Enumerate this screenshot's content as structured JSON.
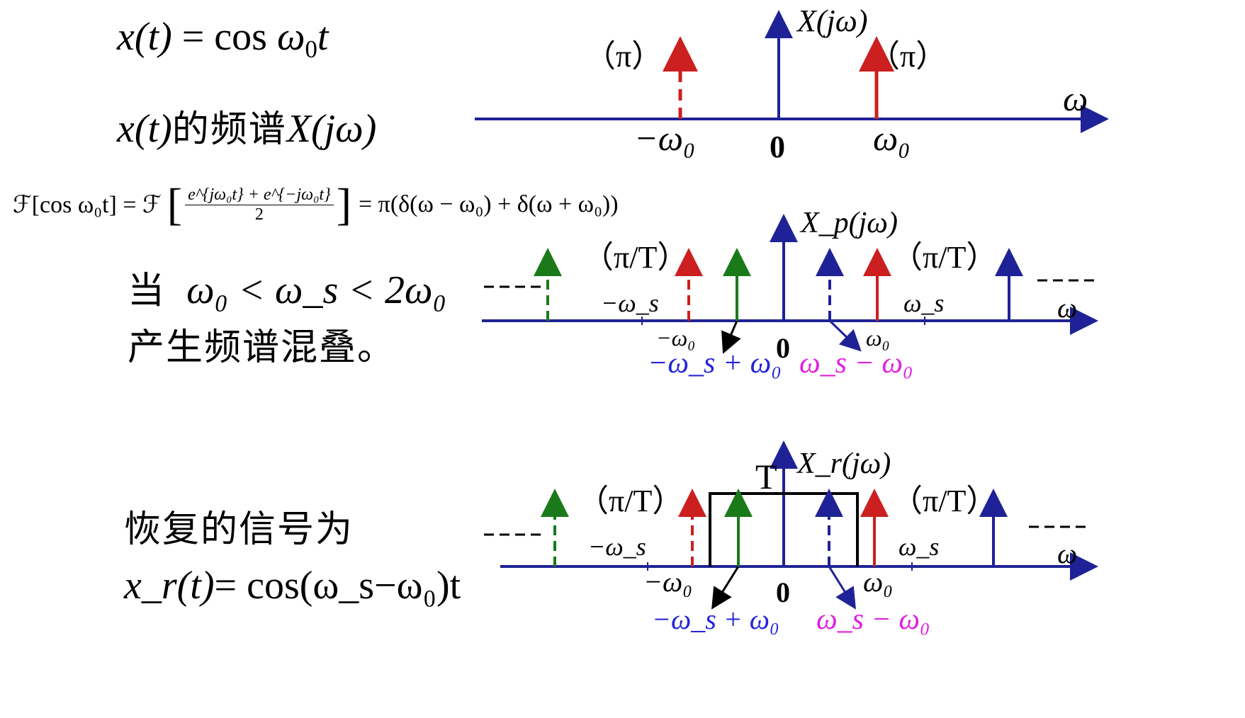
{
  "left_text": {
    "signal_lhs": "x(t)",
    "signal_eq": " = cos ",
    "signal_omega": "ω",
    "signal_sub": "0",
    "signal_t": "t",
    "spectrum_x": "x(t)",
    "spectrum_cn": "的频谱",
    "spectrum_X": "X(jω)",
    "fourier_lhs": "ℱ[cos ω₀t] = ℱ",
    "fourier_num": "e^{jω₀t} + e^{−jω₀t}",
    "fourier_den": "2",
    "fourier_rhs": "= π(δ(ω − ω₀) + δ(ω + ω₀))",
    "cond_prefix": "当",
    "cond_expr": "ω₀ < ω_s < 2ω₀",
    "alias_cn": "产生频谱混叠。",
    "recover_cn": "恢复的信号为",
    "recover_lhs": "x_r(t)",
    "recover_rhs": "= cos(ω_s−ω₀)t"
  },
  "diagram1": {
    "title": "X(jω)",
    "axis": "ω",
    "origin": "0",
    "neg_label": "−ω₀",
    "pos_label": "ω₀",
    "weight_left": "（π）",
    "weight_right": "（π）"
  },
  "diagram2": {
    "title": "X_p(jω)",
    "axis": "ω",
    "origin": "0",
    "weight_left": "（π/T）",
    "weight_right": "（π/T）",
    "neg_ws": "−ω_s",
    "pos_ws": "ω_s",
    "neg_w0": "−ω₀",
    "pos_w0": "ω₀",
    "alias_neg": "−ω_s + ω₀",
    "alias_pos": "ω_s − ω₀",
    "dashes": "----"
  },
  "diagram3": {
    "title": "X_r(jω)",
    "axis": "ω",
    "origin": "0",
    "gain": "T",
    "weight_left": "（π/T）",
    "weight_right": "（π/T）",
    "neg_ws": "−ω_s",
    "pos_ws": "ω_s",
    "neg_w0": "−ω₀",
    "pos_w0": "ω₀",
    "alias_neg": "−ω_s + ω₀",
    "alias_pos": "ω_s − ω₀",
    "dashes": "----"
  },
  "colors": {
    "axis": "#1f2296",
    "red": "#cc1f1f",
    "green": "#1a7a1a",
    "blue": "#1f2296",
    "alias_blue": "#2424d8",
    "magenta": "#e020e0",
    "black": "#000000"
  }
}
